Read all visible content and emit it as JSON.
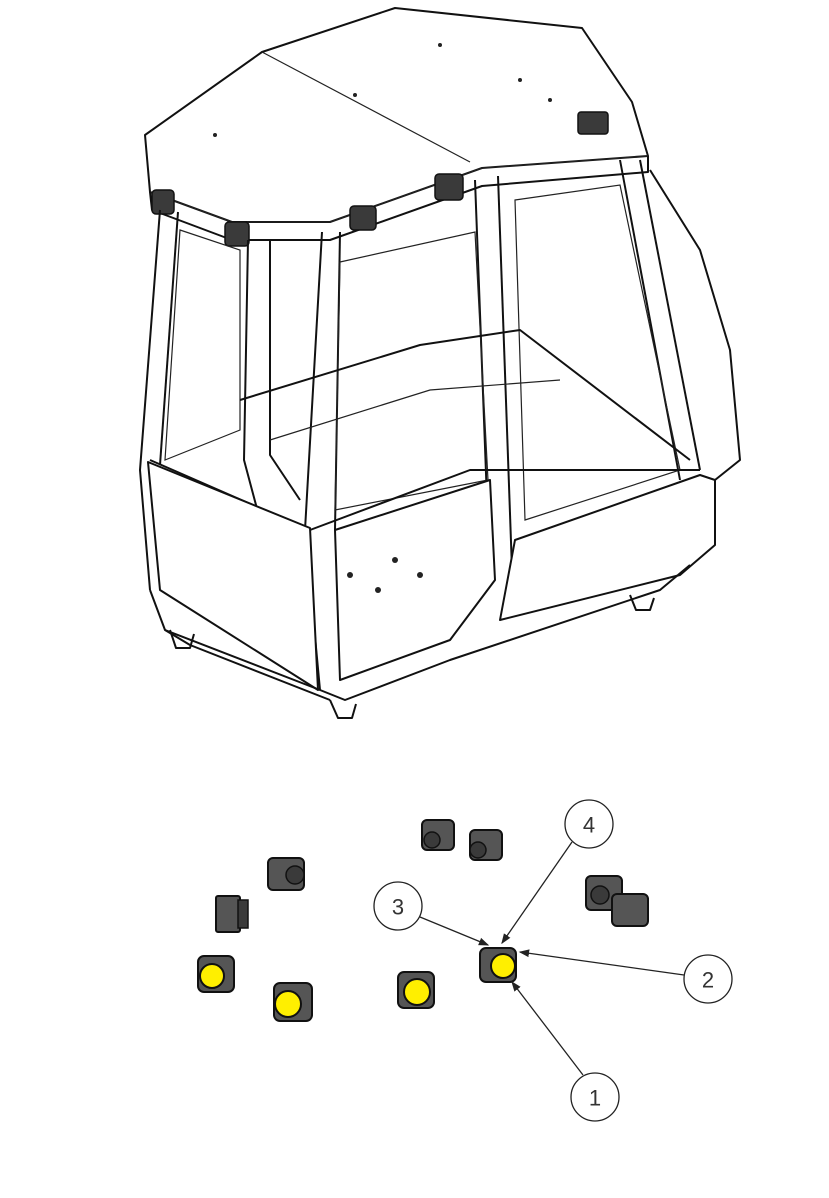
{
  "diagram": {
    "colors": {
      "lens": "#ffef00",
      "lamp_body": "#555555",
      "line": "#111111"
    },
    "callouts": [
      {
        "label": "1"
      },
      {
        "label": "2"
      },
      {
        "label": "3"
      },
      {
        "label": "4"
      }
    ]
  }
}
